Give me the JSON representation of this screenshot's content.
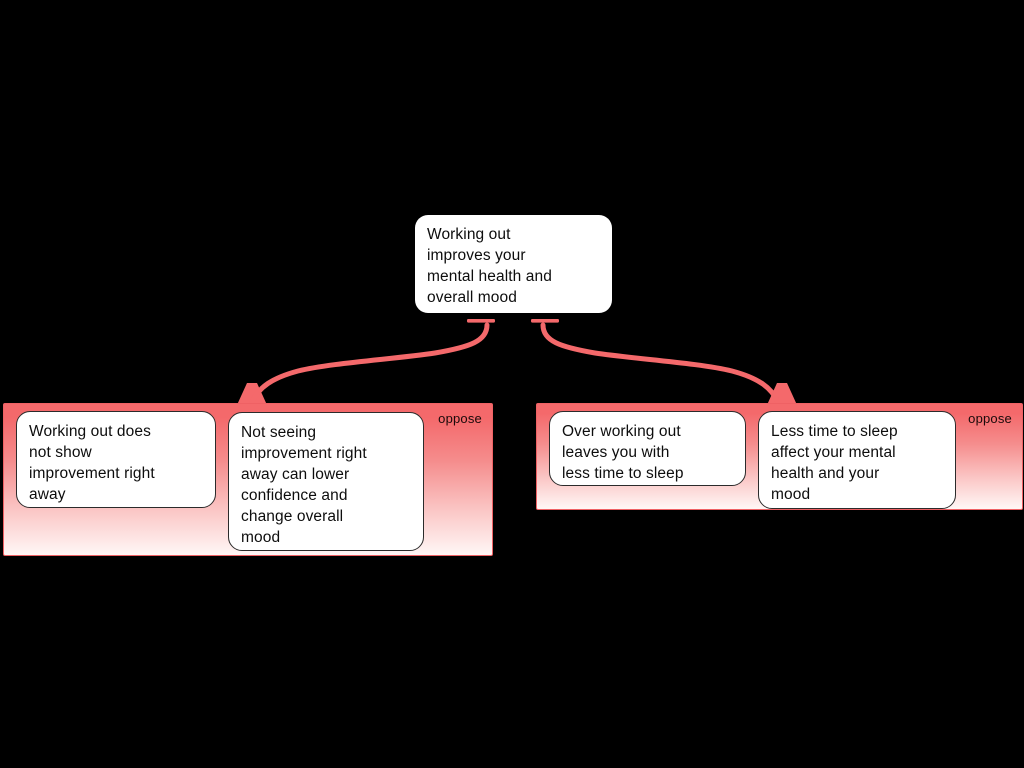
{
  "map": {
    "root": {
      "text": "Working out\nimproves your\nmental health and\noverall mood"
    },
    "groups": [
      {
        "relation": "oppose",
        "nodes": [
          {
            "text": "Working out does\nnot show\nimprovement right\naway"
          },
          {
            "text": "Not seeing\nimprovement right\naway can lower\nconfidence and\nchange overall\nmood"
          }
        ]
      },
      {
        "relation": "oppose",
        "nodes": [
          {
            "text": "Over working out\nleaves you with\nless time to sleep"
          },
          {
            "text": "Less time to sleep\naffect your mental\nhealth and your\nmood"
          }
        ]
      }
    ]
  },
  "colors": {
    "background": "#000000",
    "accent_red": "#f4696b",
    "group_border": "#ef6164",
    "gradient_bottom": "#fff7f6",
    "node_fill": "#ffffff",
    "node_border": "#2b2b2b",
    "text": "#0d0d0d"
  }
}
